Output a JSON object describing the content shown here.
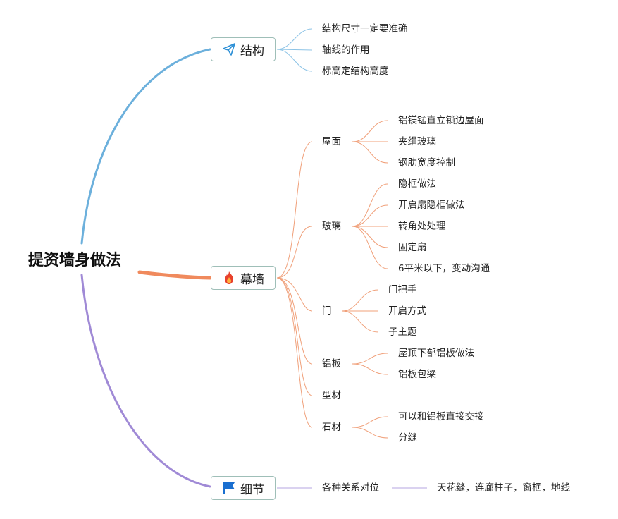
{
  "root": {
    "label": "提资墙身做法"
  },
  "colors": {
    "structure": "#6cb0dc",
    "curtain": "#f08a5d",
    "detail": "#a08ad6",
    "branch_border": "#9fbfb8"
  },
  "branches": {
    "structure": {
      "label": "结构",
      "icon": "paper-plane-icon",
      "items": [
        "结构尺寸一定要准确",
        "轴线的作用",
        "标高定结构高度"
      ]
    },
    "curtain": {
      "label": "幕墙",
      "icon": "fire-icon",
      "groups": [
        {
          "label": "屋面",
          "items": [
            "铝镁锰直立锁边屋面",
            "夹绢玻璃",
            "钢肋宽度控制"
          ]
        },
        {
          "label": "玻璃",
          "items": [
            "隐框做法",
            "开启扇隐框做法",
            "转角处处理",
            "固定扇",
            "6平米以下，变动沟通"
          ]
        },
        {
          "label": "门",
          "items": [
            "门把手",
            "开启方式",
            "子主题"
          ]
        },
        {
          "label": "铝板",
          "items": [
            "屋顶下部铝板做法",
            "铝板包梁"
          ]
        },
        {
          "label": "型材",
          "items": []
        },
        {
          "label": "石材",
          "items": [
            "可以和铝板直接交接",
            "分缝"
          ]
        }
      ]
    },
    "detail": {
      "label": "细节",
      "icon": "flag-icon",
      "item": "各种关系对位",
      "sub": "天花缝，连廊柱子，窗框，地线"
    }
  }
}
